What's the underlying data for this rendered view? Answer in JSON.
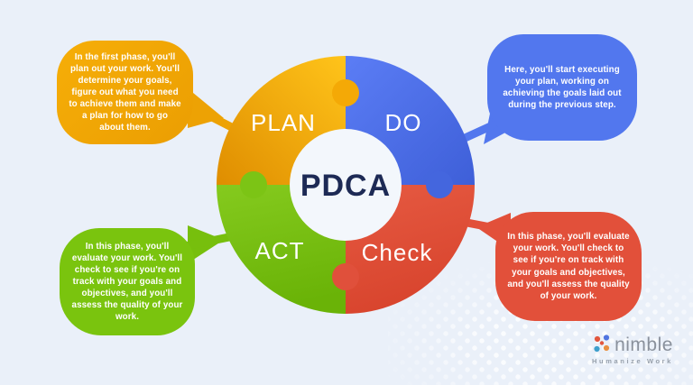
{
  "background": {
    "color": "#EAF0F9",
    "dot_pattern": "white-halftone-bottom-right"
  },
  "diagram": {
    "center_label": "PDCA",
    "center_text_color": "#1D2A55",
    "quadrants": [
      {
        "id": "plan",
        "label": "PLAN",
        "color": "#F2A504",
        "gradient": [
          "#DF8D00",
          "#FFC41A"
        ]
      },
      {
        "id": "do",
        "label": "DO",
        "color": "#4C6FE6",
        "gradient": [
          "#5B7DF5",
          "#3E5FD8"
        ]
      },
      {
        "id": "check",
        "label": "Check",
        "color": "#E2503A",
        "gradient": [
          "#E65A42",
          "#D8442D"
        ]
      },
      {
        "id": "act",
        "label": "ACT",
        "color": "#79C014",
        "gradient": [
          "#85CA1E",
          "#6AB307"
        ]
      }
    ],
    "bubbles": [
      {
        "id": "plan",
        "color": "#F0A505",
        "text": "In the first phase, you'll plan out your work. You'll determine your goals, figure out what you need to achieve them and make a plan for how to go about them."
      },
      {
        "id": "do",
        "color": "#5277EE",
        "text": "Here, you'll start executing your plan, working on achieving the goals laid out during the previous step."
      },
      {
        "id": "act",
        "color": "#7AC40E",
        "text": "In this phase, you'll evaluate your work. You'll check to see if you're on track with your goals and objectives, and you'll assess the quality of your work."
      },
      {
        "id": "check",
        "color": "#E2503A",
        "text": "In this phase, you'll evaluate your work. You'll check to see if you're on track with your goals and objectives, and you'll assess the quality of your work."
      }
    ]
  },
  "logo": {
    "name": "nimble",
    "tagline": "Humanize Work",
    "mark_colors": [
      "#E2573E",
      "#4F74E0",
      "#3E9FCC",
      "#E89042"
    ]
  }
}
